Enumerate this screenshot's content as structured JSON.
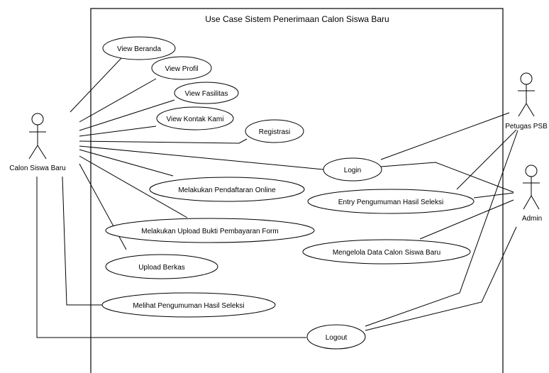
{
  "diagram": {
    "title": "Use Case Sistem Penerimaan Calon Siswa Baru"
  },
  "actors": {
    "calon": "Calon Siswa Baru",
    "petugas": "Petugas PSB",
    "admin": "Admin"
  },
  "use_cases": {
    "beranda": "View Beranda",
    "profil": "View Profil",
    "fasilitas": "View Fasilitas",
    "kontak": "View Kontak Kami",
    "registrasi": "Registrasi",
    "login": "Login",
    "pendaftaran": "Melakukan Pendaftaran Online",
    "entry": "Entry Pengumuman Hasil Seleksi",
    "upload_bukti": "Melakukan Upload Bukti Pembayaran Form",
    "mengelola": "Mengelola Data Calon Siswa Baru",
    "upload_berkas": "Upload Berkas",
    "melihat": "Melihat Pengumuman Hasil Seleksi",
    "logout": "Logout"
  }
}
